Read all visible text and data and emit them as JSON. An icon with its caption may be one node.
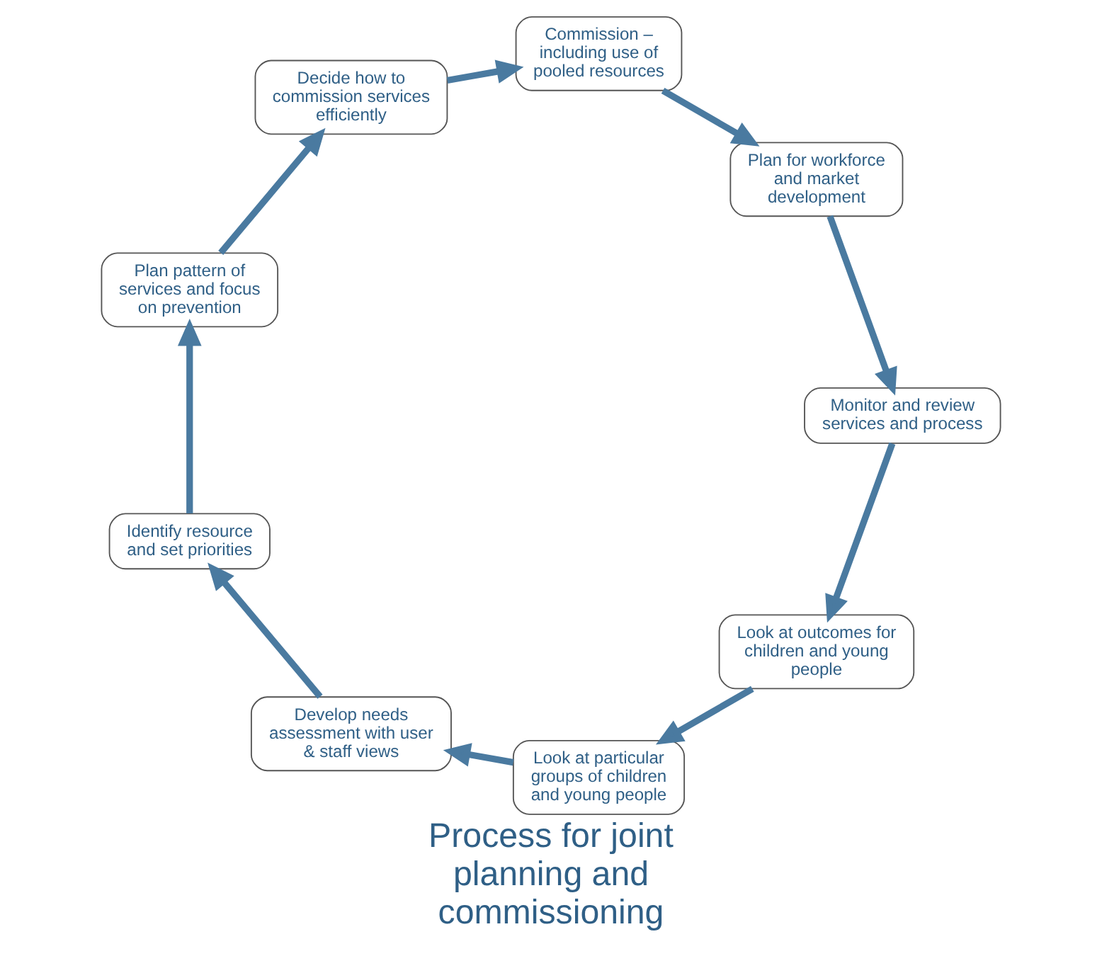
{
  "diagram": {
    "title": "Process for joint planning and commissioning",
    "nodes": [
      {
        "text": [
          "Look at outcomes for children and young people"
        ]
      },
      {
        "text": [
          "Monitor and review services and process"
        ]
      },
      {
        "text": [
          "Look at particular groups of children and young people"
        ]
      },
      {
        "text": [
          "Plan for workforce and market development"
        ]
      },
      {
        "text": [
          "Develop needs assessment with user & staff views"
        ]
      },
      {
        "text": [
          "Commission – including use of pooled resources"
        ]
      },
      {
        "text": [
          "Identify resource and set priorities"
        ]
      },
      {
        "text": [
          "Decide how to commission services efficiently"
        ]
      },
      {
        "text": [
          "Plan pattern of services and focus on prevention"
        ]
      }
    ],
    "edges": [
      {
        "from": 0,
        "to": 2,
        "arrow": "to"
      },
      {
        "from": 2,
        "to": 4,
        "arrow": "to"
      },
      {
        "from": 4,
        "to": 6,
        "arrow": "to"
      },
      {
        "from": 6,
        "to": 8,
        "arrow": "to"
      },
      {
        "from": 8,
        "to": 7,
        "arrow": "to"
      },
      {
        "from": 7,
        "to": 5,
        "arrow": "to"
      },
      {
        "from": 5,
        "to": 3,
        "arrow": "to"
      },
      {
        "from": 3,
        "to": 1,
        "arrow": "to"
      },
      {
        "from": 1,
        "to": 0,
        "arrow": "to"
      }
    ]
  }
}
